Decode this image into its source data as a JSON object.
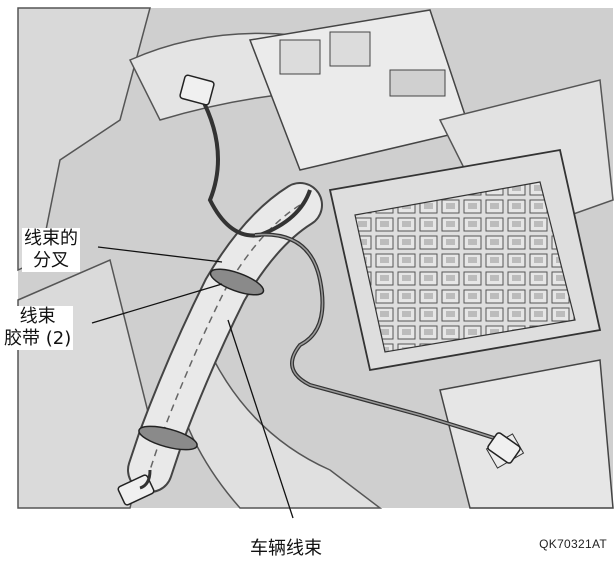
{
  "callouts": {
    "branch": [
      "线束的",
      "分叉"
    ],
    "tie": [
      "线束",
      "胶带 (2)"
    ],
    "harness": "车辆线束"
  },
  "figure_id": "QK70321AT"
}
